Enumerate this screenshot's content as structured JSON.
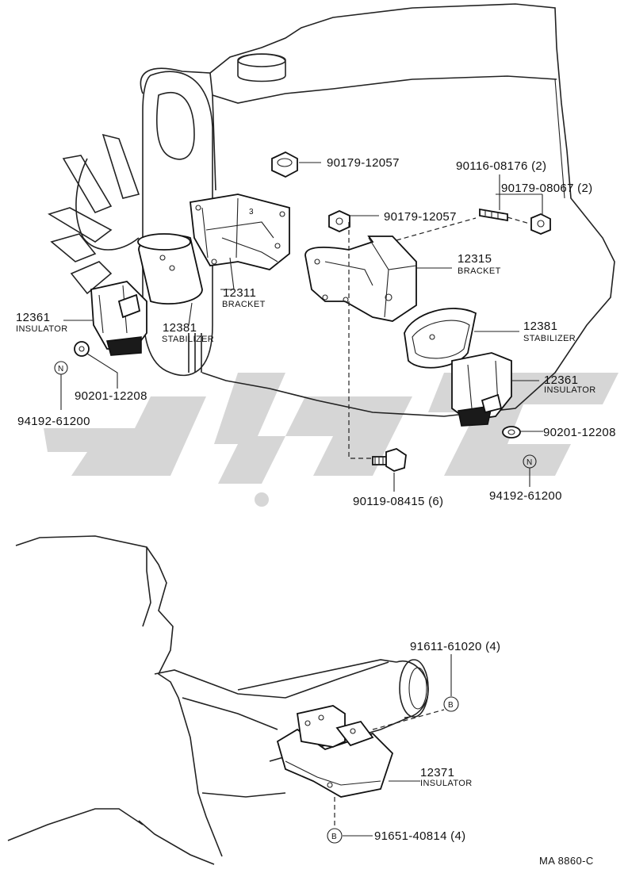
{
  "parts": {
    "p90179_top": "90179-12057",
    "p90179_mid": "90179-12057",
    "p90116": "90116-08176 (2)",
    "p90179_08067": "90179-08067 (2)",
    "p12315": "12315",
    "p12315_name": "BRACKET",
    "p12311": "12311",
    "p12311_name": "BRACKET",
    "p12361_left": "12361",
    "p12361_left_name": "INSULATOR",
    "p12381_left": "12381",
    "p12381_left_name": "STABILIZER",
    "p12381_right": "12381",
    "p12381_right_name": "STABILIZER",
    "p12361_right": "12361",
    "p12361_right_name": "INSULATOR",
    "p90201_left": "90201-12208",
    "p94192_left": "94192-61200",
    "p90201_right": "90201-12208",
    "p94192_right": "94192-61200",
    "p90119": "90119-08415 (6)",
    "p91611": "91611-61020 (4)",
    "p12371": "12371",
    "p12371_name": "INSULATOR",
    "p91651": "91651-40814 (4)"
  },
  "markers": {
    "n": "N",
    "b": "B"
  },
  "footer": {
    "code": "MA  8860-C"
  },
  "colors": {
    "ink": "#111111",
    "watermark": "#d6d6d6"
  }
}
